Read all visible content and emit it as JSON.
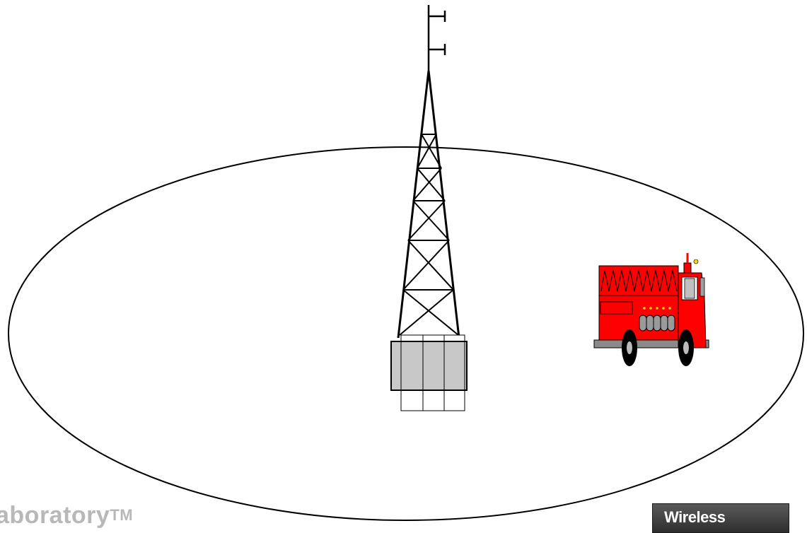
{
  "footer": {
    "left_text": "aboratory",
    "left_tm": "TM",
    "logo_text": "Wireless"
  },
  "colors": {
    "truck_body": "#ff0000",
    "base_station": "#c8c8c8",
    "coverage_line": "#000000"
  },
  "icons": [
    "radio-tower-icon",
    "fire-truck-icon"
  ]
}
